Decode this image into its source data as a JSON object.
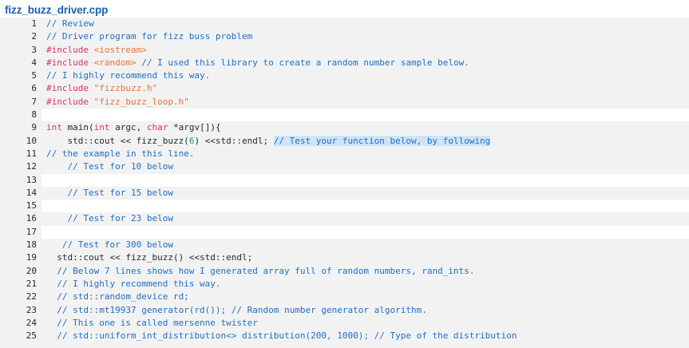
{
  "header": {
    "file_name": "fizz_buzz_driver.cpp"
  },
  "editor": {
    "language": "cpp",
    "first_line_number": 1,
    "last_line_number": 25,
    "colors": {
      "comment": "#1f6fc4",
      "preprocessor": "#d6336c",
      "include_path": "#e8743b",
      "string": "#e8743b",
      "keyword": "#d6336c",
      "number": "#2f9e44",
      "plain_text": "#24292e",
      "gutter_background": "#f2f2f2",
      "code_background": "#f2f2f2",
      "blank_line_background": "#ffffff",
      "selection_highlight": "#cfe4f7",
      "title": "#1a5fb4"
    },
    "lines": [
      {
        "n": "1",
        "blank": false,
        "tokens": [
          {
            "t": "// Review",
            "c": "comment"
          }
        ]
      },
      {
        "n": "2",
        "blank": false,
        "tokens": [
          {
            "t": "// Driver program for fizz buss problem",
            "c": "comment"
          }
        ]
      },
      {
        "n": "3",
        "blank": false,
        "tokens": [
          {
            "t": "#include ",
            "c": "pre"
          },
          {
            "t": "<iostream>",
            "c": "inc"
          }
        ]
      },
      {
        "n": "4",
        "blank": false,
        "tokens": [
          {
            "t": "#include ",
            "c": "pre"
          },
          {
            "t": "<random>",
            "c": "inc"
          },
          {
            "t": " ",
            "c": "plain"
          },
          {
            "t": "// I used this library to create a random number sample below.",
            "c": "comment"
          }
        ]
      },
      {
        "n": "5",
        "blank": false,
        "tokens": [
          {
            "t": "// I highly recommend this way.",
            "c": "comment"
          }
        ]
      },
      {
        "n": "6",
        "blank": false,
        "tokens": [
          {
            "t": "#include ",
            "c": "pre"
          },
          {
            "t": "\"fizzbuzz.h\"",
            "c": "str"
          }
        ]
      },
      {
        "n": "7",
        "blank": false,
        "tokens": [
          {
            "t": "#include ",
            "c": "pre"
          },
          {
            "t": "\"fizz_buzz_loop.h\"",
            "c": "str"
          }
        ]
      },
      {
        "n": "8",
        "blank": true,
        "tokens": []
      },
      {
        "n": "9",
        "blank": false,
        "tokens": [
          {
            "t": "int ",
            "c": "kw"
          },
          {
            "t": "main(",
            "c": "plain"
          },
          {
            "t": "int ",
            "c": "kw"
          },
          {
            "t": "argc, ",
            "c": "plain"
          },
          {
            "t": "char ",
            "c": "kw"
          },
          {
            "t": "*argv[]){",
            "c": "plain"
          }
        ]
      },
      {
        "n": "10",
        "blank": false,
        "tokens": [
          {
            "t": "    std::cout << fizz_buzz(",
            "c": "plain"
          },
          {
            "t": "6",
            "c": "num"
          },
          {
            "t": ") <<std::endl; ",
            "c": "plain"
          },
          {
            "t": "// Test your function below, by following",
            "c": "comment",
            "sel": true
          }
        ]
      },
      {
        "n": "11",
        "blank": false,
        "tokens": [
          {
            "t": "// the example in this line.",
            "c": "comment"
          }
        ]
      },
      {
        "n": "12",
        "blank": false,
        "tokens": [
          {
            "t": "    // Test for 10 below",
            "c": "comment"
          }
        ]
      },
      {
        "n": "13",
        "blank": true,
        "tokens": []
      },
      {
        "n": "14",
        "blank": false,
        "tokens": [
          {
            "t": "    // Test for 15 below",
            "c": "comment"
          }
        ]
      },
      {
        "n": "15",
        "blank": true,
        "tokens": []
      },
      {
        "n": "16",
        "blank": false,
        "tokens": [
          {
            "t": "    // Test for 23 below",
            "c": "comment"
          }
        ]
      },
      {
        "n": "17",
        "blank": true,
        "tokens": []
      },
      {
        "n": "18",
        "blank": false,
        "tokens": [
          {
            "t": "   // Test for 300 below",
            "c": "comment"
          }
        ]
      },
      {
        "n": "19",
        "blank": false,
        "tokens": [
          {
            "t": "  std::cout << fizz_buzz() <<std::endl;",
            "c": "plain"
          }
        ]
      },
      {
        "n": "20",
        "blank": false,
        "tokens": [
          {
            "t": "  // Below 7 lines shows how I generated array full of random numbers, rand_ints.",
            "c": "comment"
          }
        ]
      },
      {
        "n": "21",
        "blank": false,
        "tokens": [
          {
            "t": "  // I highly recommend this way.",
            "c": "comment"
          }
        ]
      },
      {
        "n": "22",
        "blank": false,
        "tokens": [
          {
            "t": "  // std::random_device rd;",
            "c": "comment"
          }
        ]
      },
      {
        "n": "23",
        "blank": false,
        "tokens": [
          {
            "t": "  // std::mt19937 generator(rd()); // Random number generator algorithm.",
            "c": "comment"
          }
        ]
      },
      {
        "n": "24",
        "blank": false,
        "tokens": [
          {
            "t": "  // This one is called mersenne twister",
            "c": "comment"
          }
        ]
      },
      {
        "n": "25",
        "blank": false,
        "tokens": [
          {
            "t": "  // std::uniform_int_distribution<> distribution(200, 1000); // Type of the distribution",
            "c": "comment"
          }
        ]
      }
    ]
  }
}
